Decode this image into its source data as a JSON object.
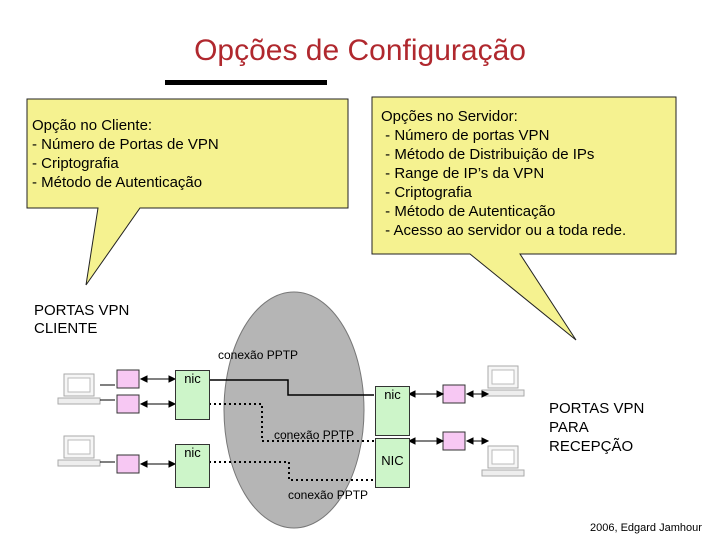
{
  "title": "Opções de Configuração",
  "client_callout": {
    "text": "Opção no Cliente:\n- Número de Portas de VPN\n- Criptografia\n- Método de Autenticação"
  },
  "server_callout": {
    "text": "Opções no Servidor:\n - Número de portas VPN\n - Método de Distribuição de IPs\n - Range de IP’s da VPN\n - Criptografia\n - Método de Autenticação\n - Acesso ao servidor ou a toda rede."
  },
  "ports_client": "PORTAS VPN\nCLIENTE",
  "ports_server": "PORTAS VPN\nPARA\nRECEPÇÃO",
  "connection_labels": {
    "top": "conexão PPTP",
    "middle": "conexão PPTP",
    "bottom": "conexão PPTP"
  },
  "nic_labels": {
    "client_top": "nic",
    "server_top": "nic",
    "client_bottom": "nic",
    "server_bottom": "NIC"
  },
  "footer": "2006, Edgard Jamhour",
  "colors": {
    "title": "#b0282e",
    "callout_fill": "#f5f290",
    "port_fill": "#f7c8f3",
    "nic_fill": "#cdf5c9",
    "cloud_fill": "#b5b5b5"
  }
}
